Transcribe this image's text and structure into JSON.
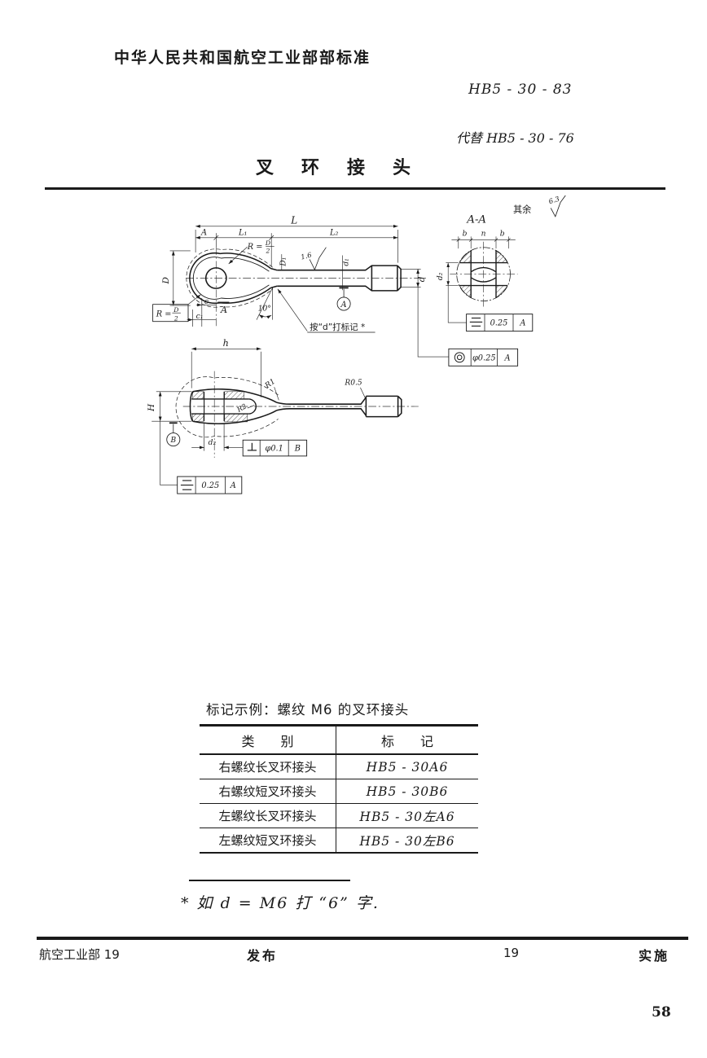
{
  "colors": {
    "ink": "#1a1a1a",
    "paper": "#ffffff"
  },
  "header": {
    "ministry_standard": "中华人民共和国航空工业部部标准",
    "standard_no": "HB5 - 30 - 83",
    "replaces": "代替 HB5 - 30 - 76",
    "title": "叉环接头"
  },
  "view1": {
    "dim_L": "L",
    "dim_A": "A",
    "dim_L1": "L₁",
    "dim_L2": "L₂",
    "dim_D": "D",
    "dim_D1": "D₁",
    "dim_d1": "d₁",
    "dim_d": "d",
    "dim_c": "c",
    "dim_c1": "c₁",
    "angle": "10°",
    "roughness": "1.6",
    "r_top": {
      "prefix": "R =",
      "num": "D",
      "den": "2"
    },
    "r_box": {
      "prefix": "R =",
      "num": "D",
      "den": "2"
    },
    "section_arrow": "A",
    "datum_a": "A",
    "mark_note": "按“d”打标记 *"
  },
  "sectionAA": {
    "label": "A-A",
    "surface_note": "其余",
    "surface_value": "6.3",
    "dim_b_left": "b",
    "dim_n": "n",
    "dim_b_right": "b",
    "dim_d2": "d₂",
    "symmetry": {
      "value": "0.25",
      "datum": "A"
    },
    "concentricity": {
      "value": "φ0.25",
      "datum": "A"
    }
  },
  "view2": {
    "dim_h": "h",
    "dim_H": "H",
    "dim_d2": "d₂",
    "r1": "R1",
    "r05": "R0.5",
    "r2": "R2",
    "datum_b": "B",
    "perpendicularity": {
      "value": "φ0.1",
      "datum": "B"
    },
    "symmetry": {
      "value": "0.25",
      "datum": "A"
    }
  },
  "table": {
    "example_label": "标记示例：螺纹 M6 的叉环接头",
    "headers": [
      "类　　别",
      "标　　记"
    ],
    "rows": [
      {
        "category": "右螺纹长叉环接头",
        "designation": "HB5 - 30A6"
      },
      {
        "category": "右螺纹短叉环接头",
        "designation": "HB5 - 30B6"
      },
      {
        "category": "左螺纹长叉环接头",
        "designation": "HB5 - 30左A6"
      },
      {
        "category": "左螺纹短叉环接头",
        "designation": "HB5 - 30左B6"
      }
    ]
  },
  "notes": {
    "footnote": "* 如 d = M6 打 “6” 字."
  },
  "footer": {
    "issuer": "航空工业部 19",
    "publish": "发布",
    "year": "19",
    "implement": "实施",
    "page": "58"
  }
}
